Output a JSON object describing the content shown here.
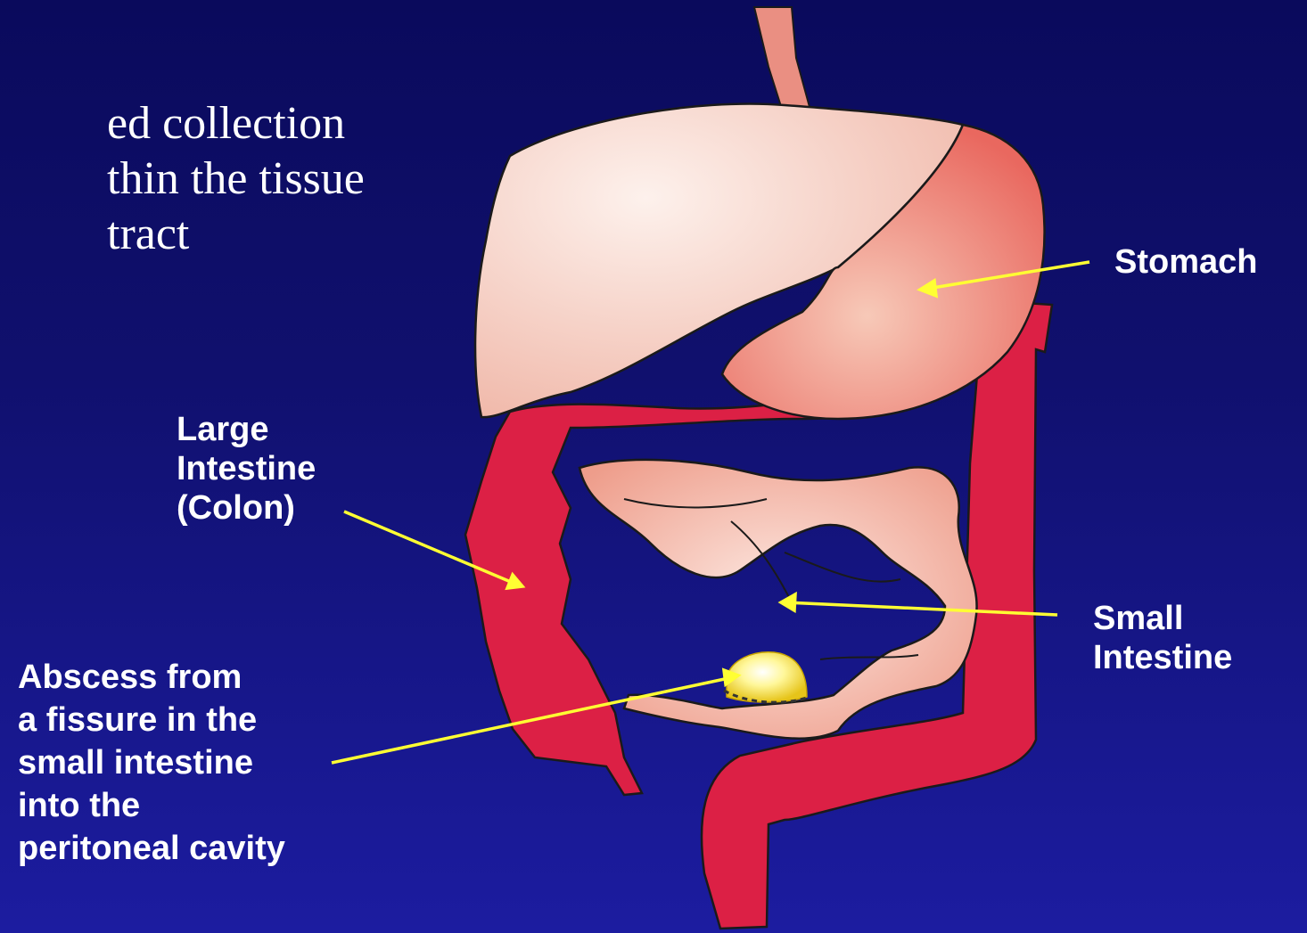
{
  "slide": {
    "body_lines": [
      "ed collection",
      "thin the tissue",
      "tract"
    ]
  },
  "labels": {
    "stomach": "Stomach",
    "large_intestine": [
      "Large",
      "Intestine",
      "(Colon)"
    ],
    "small_intestine": [
      "Small",
      "Intestine"
    ],
    "abscess": [
      "Abscess from",
      "a fissure in the",
      "small intestine",
      "into the",
      "peritoneal cavity"
    ]
  },
  "colors": {
    "background": "#10106e",
    "colon": "#dc2045",
    "liver": "#f6cfc4",
    "stomach": "#ec7a70",
    "small_intestine": "#f1b09e",
    "abscess": "#f6e23a",
    "pointer": "#ffff33"
  }
}
